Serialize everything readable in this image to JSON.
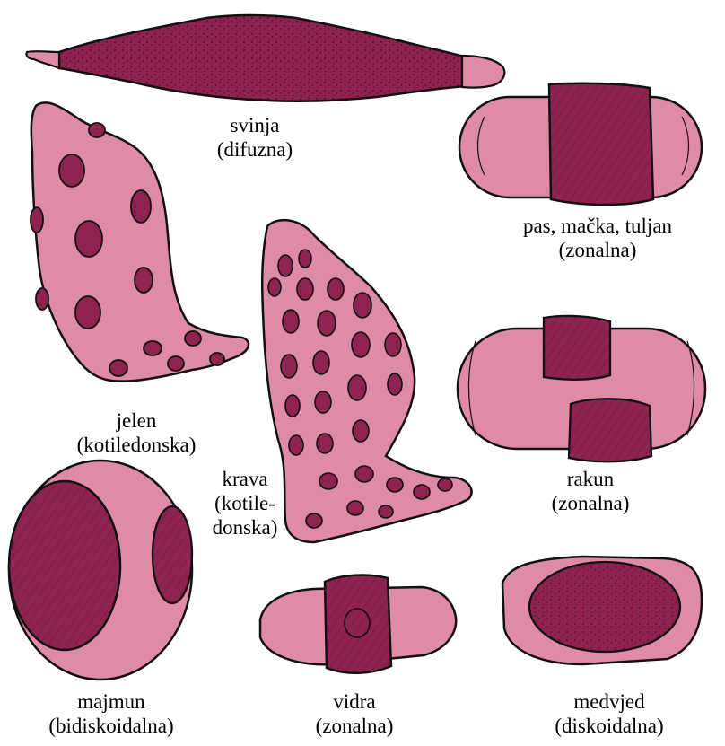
{
  "colors": {
    "body": "#df8aa6",
    "placenta": "#8e2350",
    "outline": "#111111",
    "background": "#ffffff"
  },
  "specimens": {
    "svinja": {
      "name": "svinja",
      "type": "(difuzna)"
    },
    "pas": {
      "name": "pas, mačka, tuljan",
      "type": "(zonalna)"
    },
    "jelen": {
      "name": "jelen",
      "type": "(kotiledonska)"
    },
    "krava": {
      "name": "krava",
      "type_line1": "(kotile-",
      "type_line2": "donska)"
    },
    "rakun": {
      "name": "rakun",
      "type": "(zonalna)"
    },
    "majmun": {
      "name": "majmun",
      "type": "(bidiskoidalna)"
    },
    "vidra": {
      "name": "vidra",
      "type": "(zonalna)"
    },
    "medvjed": {
      "name": "medvjed",
      "type": "(diskoidalna)"
    }
  },
  "icons": [
    "pig-placenta-icon",
    "dog-placenta-icon",
    "deer-placenta-icon",
    "cow-placenta-icon",
    "raccoon-placenta-icon",
    "monkey-placenta-icon",
    "otter-placenta-icon",
    "bear-placenta-icon"
  ]
}
